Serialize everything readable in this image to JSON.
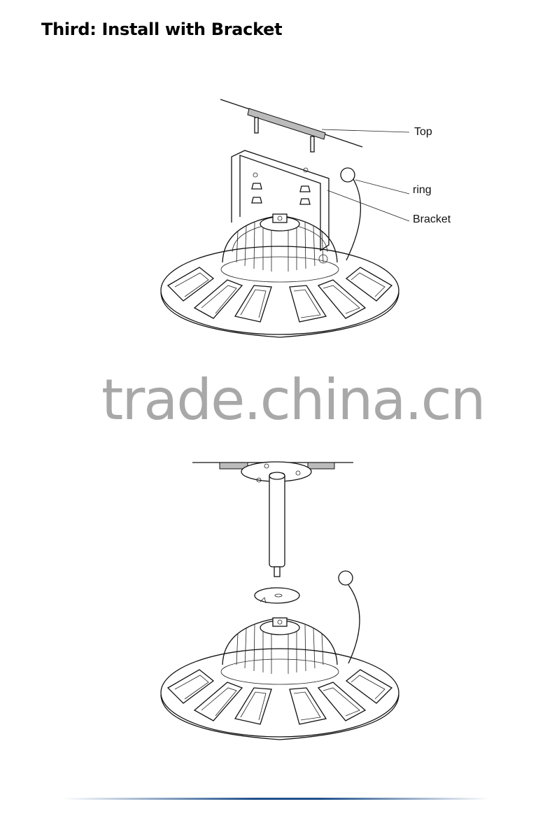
{
  "heading": "Third: Install with Bracket",
  "callouts": {
    "top": "Top",
    "ring": "ring",
    "bracket": "Bracket"
  },
  "watermark": "trade.china.cn",
  "colors": {
    "footer_rule": "#1f4f8a",
    "watermark": "#a8a8a8",
    "line_art": "#111111"
  }
}
